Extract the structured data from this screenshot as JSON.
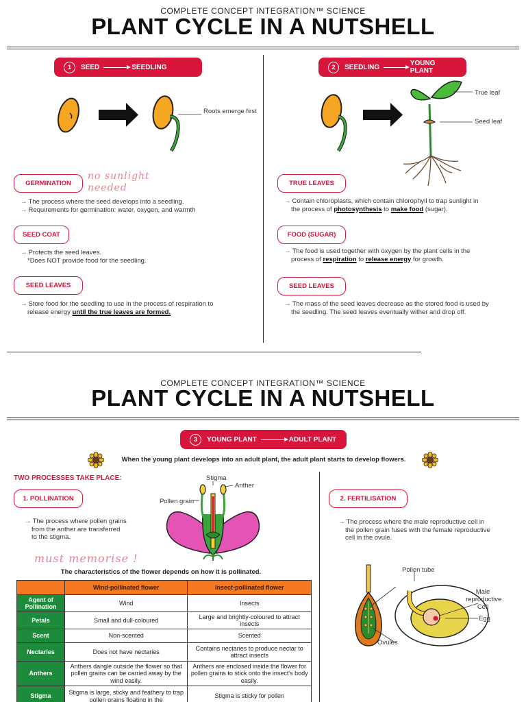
{
  "header": {
    "subtitle": "COMPLETE CONCEPT INTEGRATION™ SCIENCE",
    "title": "PLANT CYCLE IN A NUTSHELL"
  },
  "stage1": {
    "num": "1",
    "from": "SEED",
    "to": "SEEDLING",
    "roots_label": "Roots emerge first",
    "sections": [
      {
        "label": "GERMINATION",
        "lines": [
          "The process where the seed develops into a seedling.",
          "Requirements for germination: water, oxygen, and warmth"
        ]
      },
      {
        "label": "SEED COAT",
        "lines": [
          "Protects the seed leaves.",
          "*Does NOT provide food for the seedling."
        ]
      },
      {
        "label": "SEED LEAVES",
        "line1": "Store food for the seedling to use in the process of respiration to",
        "line2_pre": "release energy ",
        "line2_u": "until the true leaves are formed."
      }
    ],
    "handwritten": "no sunlight needed"
  },
  "stage2": {
    "num": "2",
    "from": "SEEDLING",
    "to": "YOUNG PLANT",
    "true_leaf": "True leaf",
    "seed_leaf": "Seed leaf",
    "true_leaves": {
      "label": "TRUE LEAVES",
      "line1": "Contain chloroplasts, which contain chlorophyll to trap sunlight in",
      "l2a": "the process of ",
      "l2b": "photosynthesis",
      "l2c": " to ",
      "l2d": "make food",
      "l2e": " (sugar)."
    },
    "food": {
      "label": "FOOD (SUGAR)",
      "line1": "The food is used together with oxygen by the plant cells in the",
      "l2a": "process of ",
      "l2b": "respiration",
      "l2c": " to ",
      "l2d": "release energy",
      "l2e": " for growth."
    },
    "seed_leaves": {
      "label": "SEED LEAVES",
      "line1": "The mass of the seed leaves decrease as the stored food is used by",
      "line2": "the seedling. The seed leaves eventually wither and drop off."
    }
  },
  "stage3": {
    "num": "3",
    "from": "YOUNG PLANT",
    "to": "ADULT PLANT",
    "intro": "When the young plant develops into an adult plant, the adult plant starts to develop flowers.",
    "two_processes": "TWO PROCESSES TAKE PLACE:",
    "pollination": {
      "label": "1. POLLINATION",
      "lines": [
        "The process where pollen grains",
        "from the anther are transferred",
        "to the stigma."
      ]
    },
    "fertilisation": {
      "label": "2. FERTILISATION",
      "lines": [
        "The process where the male reproductive cell in",
        "the pollen grain fuses with the female reproductive",
        "cell in the ovule."
      ]
    },
    "flower_labels": {
      "stigma": "Stigma",
      "anther": "Anther",
      "pollen": "Pollen grain"
    },
    "ovule_labels": {
      "tube": "Pollen tube",
      "male1": "Male",
      "male2": "reproductive",
      "male3": "Cell",
      "egg": "Egg",
      "ovules": "Ovules"
    },
    "handwritten": "must memorise !",
    "table_caption": "The characteristics of the flower depends on how it is pollinated.",
    "table": {
      "headers": [
        "",
        "Wind-pollinated flower",
        "Insect-pollinated flower"
      ],
      "rows": [
        [
          "Agent of Pollination",
          "Wind",
          "Insects"
        ],
        [
          "Petals",
          "Small and dull-coloured",
          "Large and brightly-coloured to attract insects"
        ],
        [
          "Scent",
          "Non-scented",
          "Scented"
        ],
        [
          "Nectaries",
          "Does not have nectaries",
          "Contains nectaries to produce nectar to attract insects"
        ],
        [
          "Anthers",
          "Anthers dangle outside the flower so that pollen grains can be carried away by the wind easily.",
          "Anthers are enclosed inside the flower for pollen grains to stick onto the insect's body easily."
        ],
        [
          "Stigma",
          "Stigma is large, sticky and feathery to trap pollen grains floating in the",
          "Stigma is sticky for pollen"
        ]
      ]
    }
  }
}
